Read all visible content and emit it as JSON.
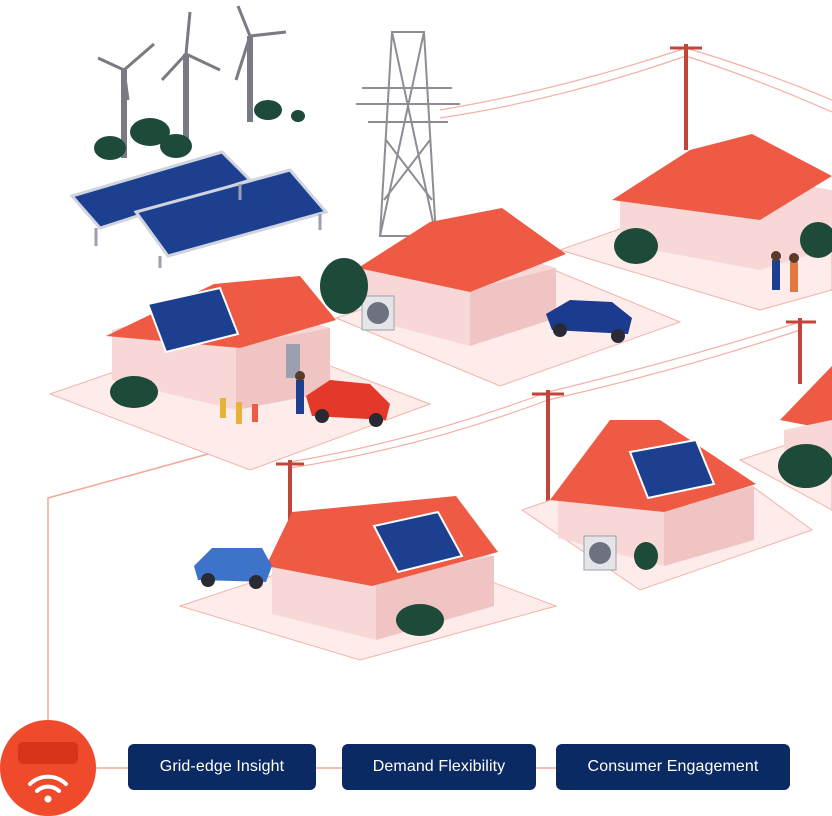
{
  "steps": [
    {
      "label": "Grid-edge Insight"
    },
    {
      "label": "Demand Flexibility"
    },
    {
      "label": "Consumer Engagement"
    }
  ],
  "colors": {
    "accent": "#f04a2c",
    "pill": "#0b2a63",
    "roof": "#ee5a44",
    "wall": "#f7d8d6",
    "ground": "#fdecea",
    "line": "#f2a79a",
    "panel": "#1d3f8f"
  },
  "icons": [
    "wifi-icon"
  ]
}
